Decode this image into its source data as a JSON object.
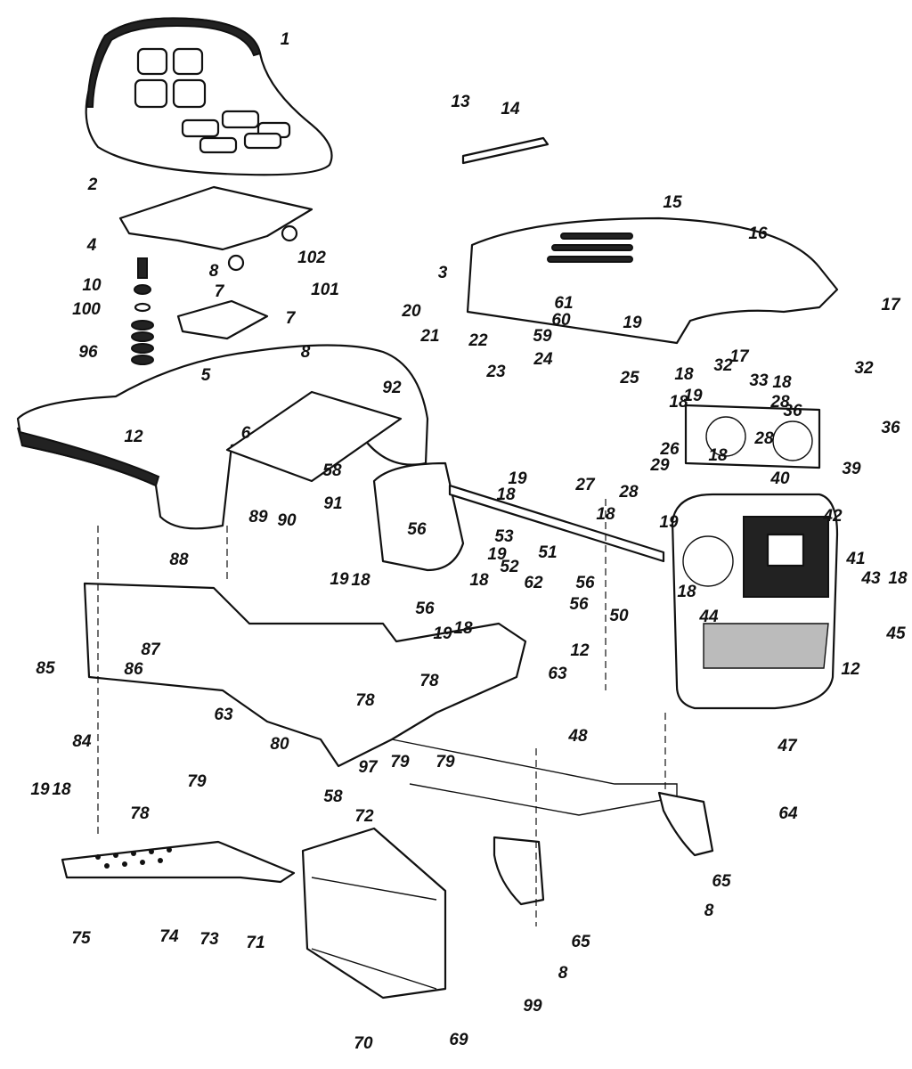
{
  "diagram": {
    "type": "exploded parts diagram",
    "labels": [
      "1",
      "13",
      "14",
      "2",
      "102",
      "4",
      "10",
      "100",
      "8",
      "7",
      "101",
      "7",
      "96",
      "5",
      "8",
      "20",
      "15",
      "16",
      "17",
      "3",
      "61",
      "60",
      "59",
      "19",
      "17",
      "18",
      "21",
      "22",
      "23",
      "24",
      "25",
      "32",
      "33",
      "18",
      "28",
      "36",
      "32",
      "18",
      "19",
      "28",
      "36",
      "39",
      "26",
      "29",
      "18",
      "92",
      "6",
      "12",
      "58",
      "19",
      "18",
      "27",
      "28",
      "40",
      "18",
      "19",
      "42",
      "41",
      "18",
      "89",
      "90",
      "91",
      "56",
      "53",
      "52",
      "51",
      "19",
      "18",
      "56",
      "56",
      "50",
      "18",
      "44",
      "43",
      "45",
      "88",
      "19",
      "18",
      "56",
      "62",
      "19",
      "18",
      "63",
      "12",
      "12",
      "85",
      "87",
      "86",
      "84",
      "63",
      "80",
      "78",
      "78",
      "79",
      "79",
      "48",
      "47",
      "97",
      "72",
      "79",
      "58",
      "64",
      "19",
      "18",
      "78",
      "65",
      "8",
      "75",
      "74",
      "73",
      "71",
      "65",
      "8",
      "99",
      "70",
      "69"
    ]
  }
}
